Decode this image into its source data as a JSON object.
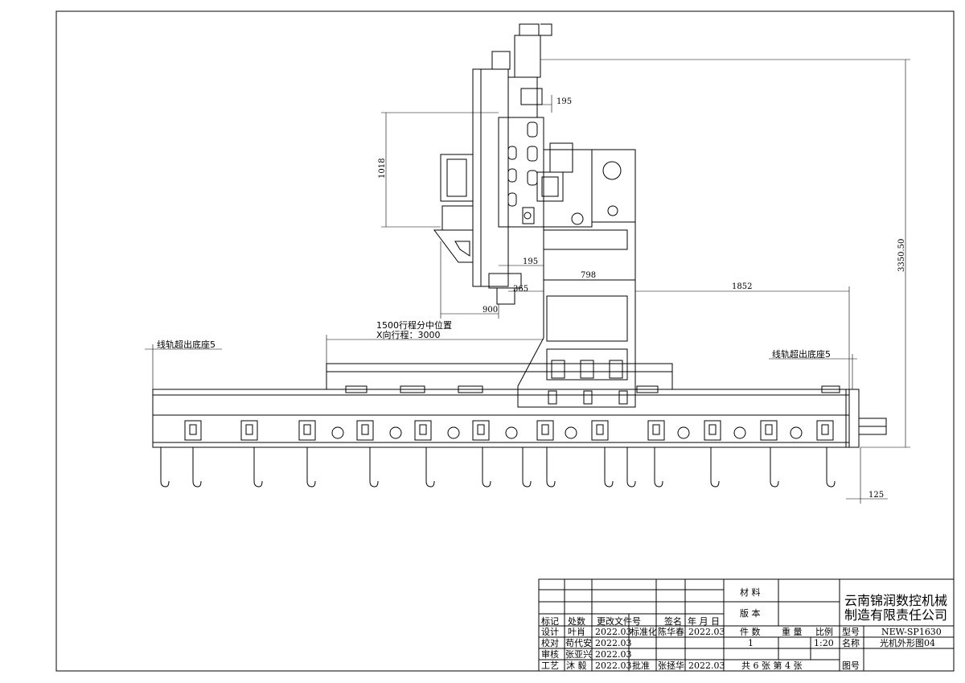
{
  "annotations": {
    "stroke_dims": [
      "1500行程分中位置",
      "X向行程：3000"
    ],
    "rail_left": "线轨超出底座5",
    "rail_right": "线轨超出底座5"
  },
  "dimensions": {
    "d195_top": "195",
    "d1018": "1018",
    "d195_mid": "195",
    "d365": "365",
    "d900": "900",
    "d798": "798",
    "d1852": "1852",
    "d3350": "3350.50",
    "d125": "125"
  },
  "title_block": {
    "company_line1": "云南锦润数控机械",
    "company_line2": "制造有限责任公司",
    "material_label": "材 料",
    "version_label": "版 本",
    "header": [
      "标记",
      "处数",
      "更改文件号",
      "签名",
      "年 月 日"
    ],
    "design_label": "设计",
    "design_name": "叶肖",
    "design_date": "2022.03",
    "std_label": "标准化",
    "std_name": "陈华春",
    "std_date": "2022.03",
    "check_label": "校对",
    "check_name": "苟代安",
    "check_date": "2022.03",
    "review_label": "审核",
    "review_name": "张亚兴",
    "review_date": "2022.03",
    "process_label": "工艺",
    "process_name": "沐 毅",
    "process_date": "2022.03",
    "approve_label": "批准",
    "approve_name": "张拯华",
    "approve_date": "2022.03",
    "qty_label": "件 数",
    "weight_label": "重 量",
    "scale_label": "比例",
    "qty_value": "1",
    "scale_value": "1:20",
    "model_label": "型号",
    "model_value": "NEW-SP1630",
    "name_label": "名称",
    "name_value": "光机外形图04",
    "drawing_no_label": "图号",
    "sheet_info": "共 6 张    第 4 张"
  }
}
